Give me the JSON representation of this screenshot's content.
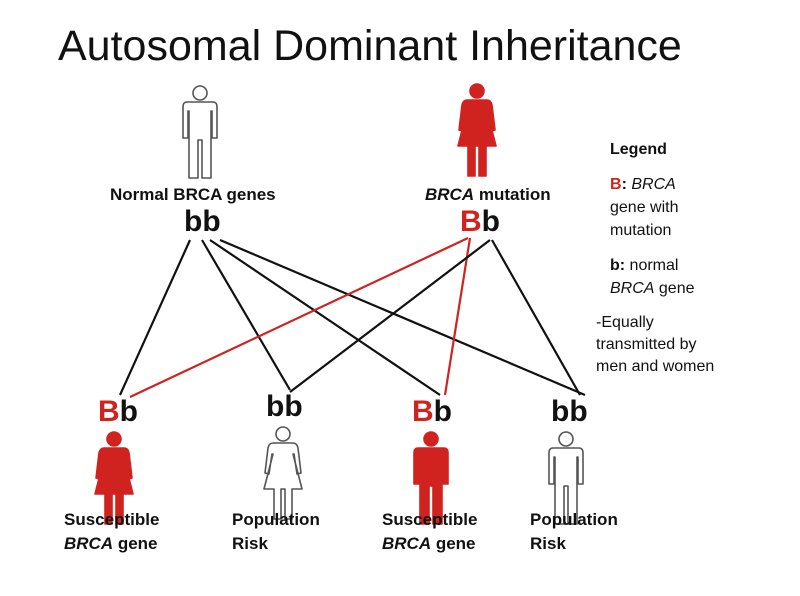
{
  "title": "Autosomal Dominant Inheritance",
  "colors": {
    "mutation": "#d0231f",
    "normal": "#111111",
    "outline": "#555555"
  },
  "parents": [
    {
      "label": "Normal BRCA genes",
      "alleles": [
        "b",
        "b"
      ],
      "figure": "male",
      "affected": false
    },
    {
      "label_italic": "BRCA",
      "label_rest": " mutation",
      "alleles": [
        "B",
        "b"
      ],
      "figure": "female",
      "affected": true
    }
  ],
  "children": [
    {
      "alleles": [
        "B",
        "b"
      ],
      "figure": "female",
      "affected": true,
      "label_line1": "Susceptible",
      "label_line2_italic": "BRCA",
      "label_line2_rest": " gene"
    },
    {
      "alleles": [
        "b",
        "b"
      ],
      "figure": "female",
      "affected": false,
      "label_line1": "Population",
      "label_line2_italic": "",
      "label_line2_rest": "Risk"
    },
    {
      "alleles": [
        "B",
        "b"
      ],
      "figure": "male",
      "affected": true,
      "label_line1": "Susceptible",
      "label_line2_italic": "BRCA",
      "label_line2_rest": " gene"
    },
    {
      "alleles": [
        "b",
        "b"
      ],
      "figure": "male",
      "affected": false,
      "label_line1": "Population",
      "label_line2_italic": "",
      "label_line2_rest": "Risk"
    }
  ],
  "legend": {
    "heading": "Legend",
    "item1_key": "B",
    "item1_sep": ": ",
    "item1_italic": "BRCA",
    "item1_line2": "gene with",
    "item1_line3": "mutation",
    "item2_key": "b:",
    "item2_rest": "  normal",
    "item2_italic": "BRCA",
    "item2_rest2": " gene",
    "note_line1": "-Equally",
    "note_line2": "transmitted by",
    "note_line3": "men and women"
  }
}
